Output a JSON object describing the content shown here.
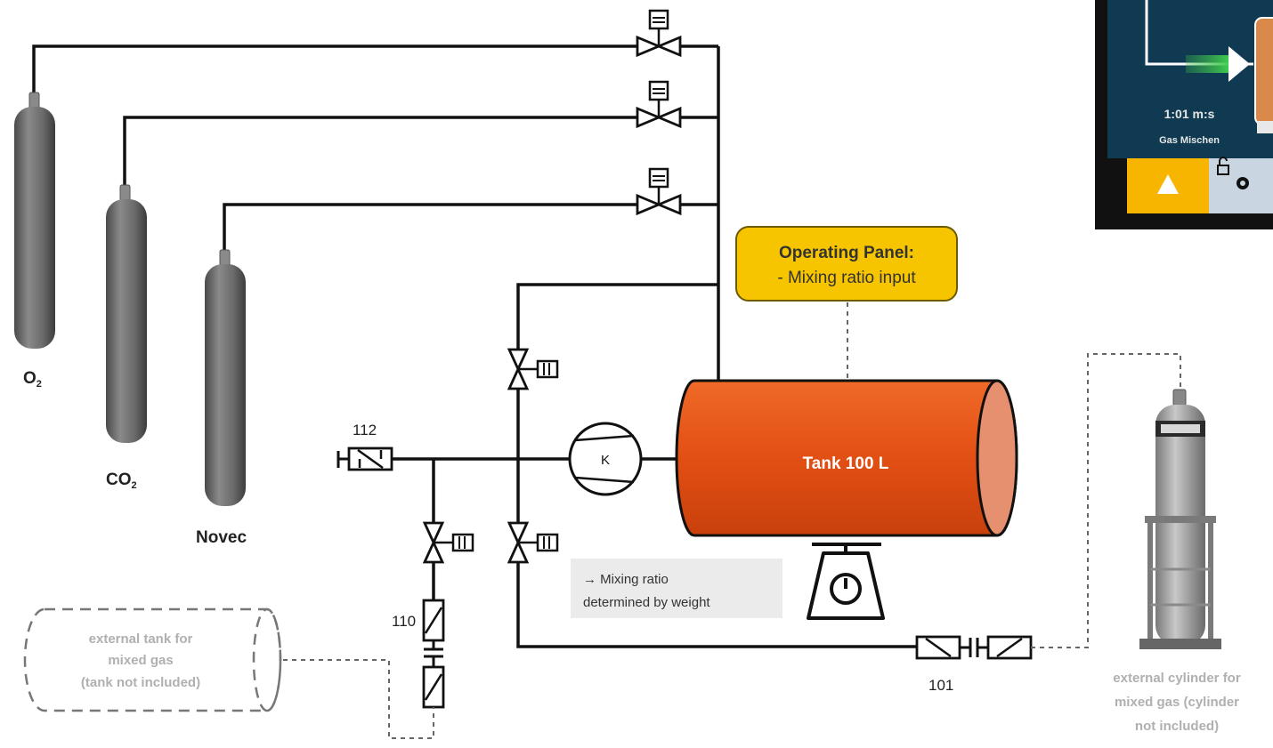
{
  "gases": {
    "o2": {
      "base": "O",
      "sub": "2"
    },
    "co2": {
      "base": "CO",
      "sub": "2"
    },
    "novec": "Novec"
  },
  "tank": {
    "label": "Tank 100 L",
    "color": "#e8561a"
  },
  "operating_panel": {
    "title": "Operating Panel:",
    "line": "- Mixing ratio input",
    "color": "#f7c500"
  },
  "note": {
    "text_line1": "→ Mixing ratio",
    "text_line2": "determined by weight"
  },
  "compressor": {
    "symbol": "K"
  },
  "valve_ids": {
    "v112": "112",
    "v110": "110",
    "v101": "101"
  },
  "external_tank": {
    "line1": "external tank for",
    "line2": "mixed gas",
    "line3": "(tank not included)"
  },
  "external_cylinder": {
    "line1": "external cylinder for",
    "line2": "mixed gas (cylinder",
    "line3": "not included)"
  },
  "screen": {
    "time": "1:01 m:s",
    "status": "Gas Mischen",
    "bg": "#0f3a52",
    "accent": "#f7b500"
  }
}
